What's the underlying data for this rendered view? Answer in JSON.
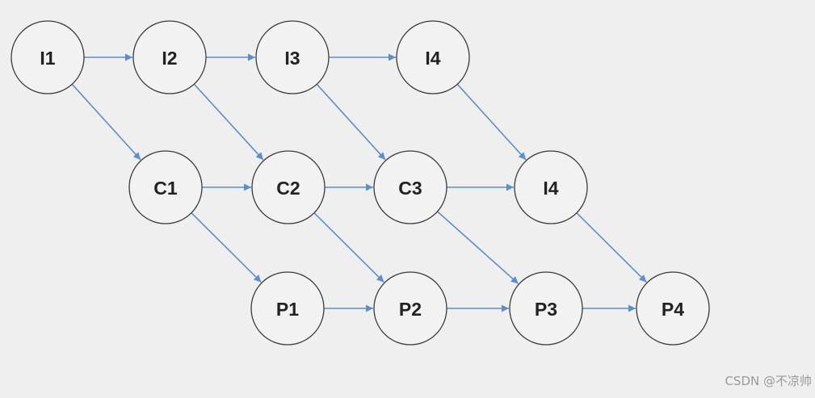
{
  "colors": {
    "background": "#efefef",
    "node_fill": "#f2f2f2",
    "node_stroke": "#3a3a3a",
    "edge": "#5b8fcc",
    "label": "#222222"
  },
  "nodes": [
    {
      "id": "n-i1",
      "label": "I1"
    },
    {
      "id": "n-i2",
      "label": "I2"
    },
    {
      "id": "n-i3",
      "label": "I3"
    },
    {
      "id": "n-i4-top",
      "label": "I4"
    },
    {
      "id": "n-c1",
      "label": "C1"
    },
    {
      "id": "n-c2",
      "label": "C2"
    },
    {
      "id": "n-c3",
      "label": "C3"
    },
    {
      "id": "n-i4-mid",
      "label": "I4"
    },
    {
      "id": "n-p1",
      "label": "P1"
    },
    {
      "id": "n-p2",
      "label": "P2"
    },
    {
      "id": "n-p3",
      "label": "P3"
    },
    {
      "id": "n-p4",
      "label": "P4"
    }
  ],
  "edges": [
    {
      "from": "n-i1",
      "to": "n-i2"
    },
    {
      "from": "n-i2",
      "to": "n-i3"
    },
    {
      "from": "n-i3",
      "to": "n-i4-top"
    },
    {
      "from": "n-i1",
      "to": "n-c1"
    },
    {
      "from": "n-i2",
      "to": "n-c2"
    },
    {
      "from": "n-i3",
      "to": "n-c3"
    },
    {
      "from": "n-i4-top",
      "to": "n-i4-mid"
    },
    {
      "from": "n-c1",
      "to": "n-c2"
    },
    {
      "from": "n-c2",
      "to": "n-c3"
    },
    {
      "from": "n-c3",
      "to": "n-i4-mid"
    },
    {
      "from": "n-c1",
      "to": "n-p1"
    },
    {
      "from": "n-c2",
      "to": "n-p2"
    },
    {
      "from": "n-c3",
      "to": "n-p3"
    },
    {
      "from": "n-i4-mid",
      "to": "n-p4"
    },
    {
      "from": "n-p1",
      "to": "n-p2"
    },
    {
      "from": "n-p2",
      "to": "n-p3"
    },
    {
      "from": "n-p3",
      "to": "n-p4"
    }
  ],
  "watermark": "CSDN @不凉帅"
}
